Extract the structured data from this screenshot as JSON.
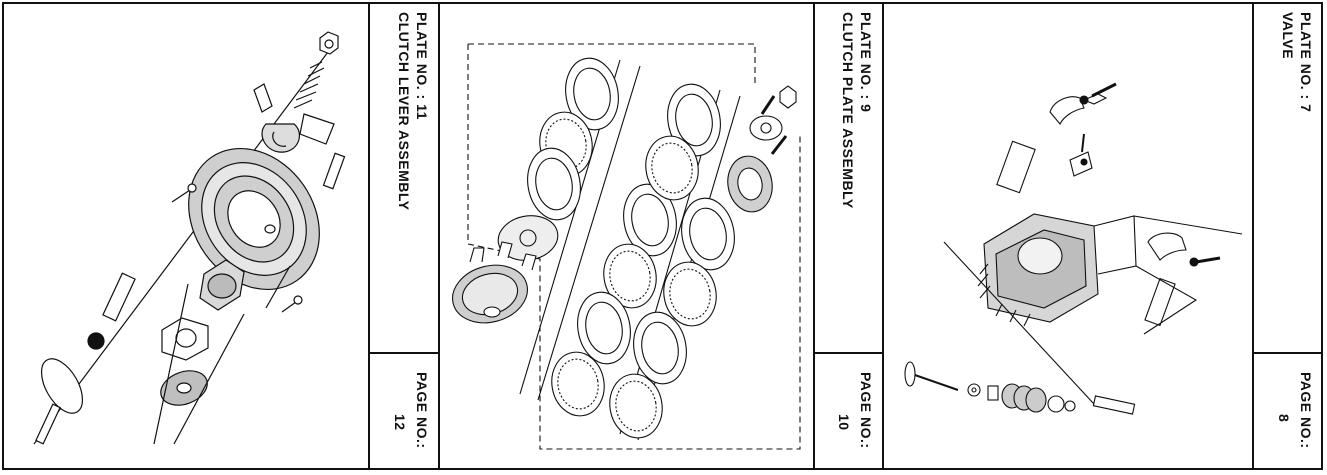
{
  "plates": [
    {
      "plate_label": "PLATE NO. : 11",
      "title": "CLUTCH LEVER ASSEMBLY",
      "page_label": "PAGE NO.:",
      "page_number": "12"
    },
    {
      "plate_label": "PLATE NO. : 9",
      "title": "CLUTCH PLATE ASSEMBLY",
      "page_label": "PAGE NO.:",
      "page_number": "10"
    },
    {
      "plate_label": "PLATE NO. : 7",
      "title": "VALVE",
      "page_label": "PAGE NO.:",
      "page_number": "8"
    }
  ]
}
